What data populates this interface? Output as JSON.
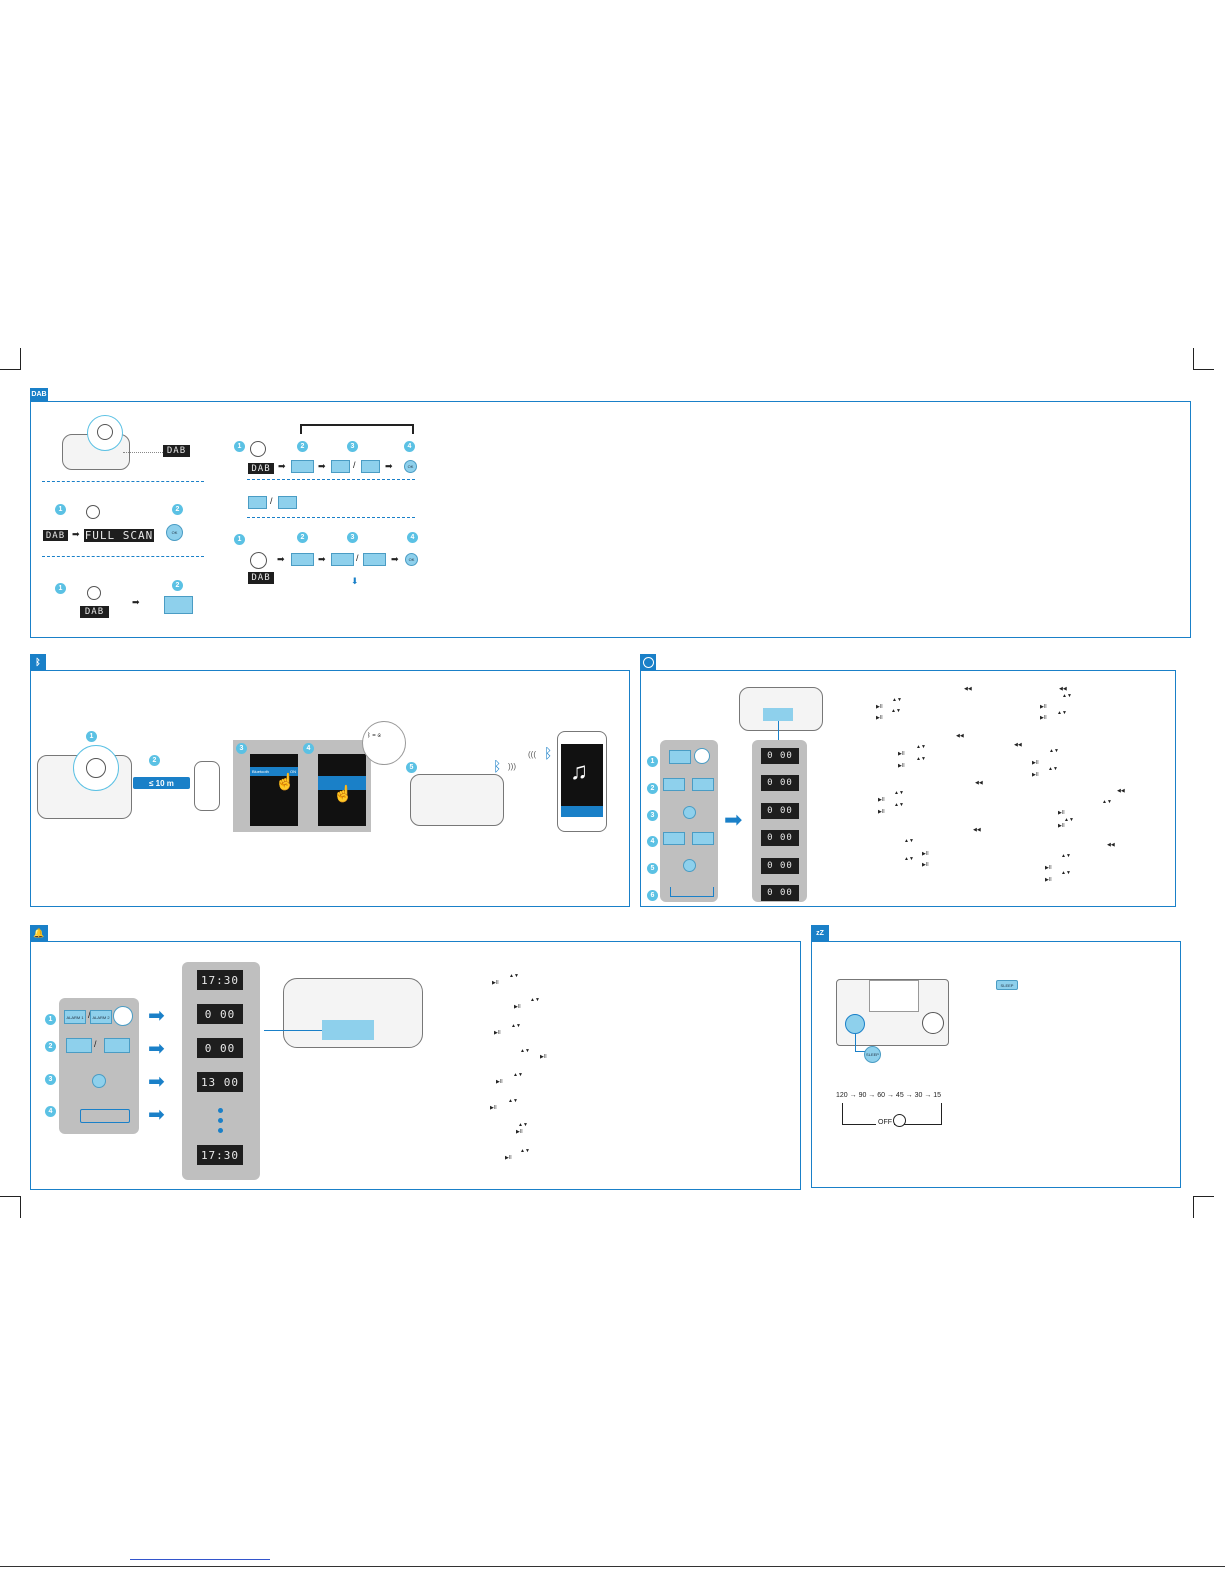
{
  "sections": {
    "dab": {
      "tab_label": "DAB"
    },
    "bluetooth": {
      "tab_icon": "bluetooth-icon"
    },
    "clock": {
      "tab_icon": "clock-icon"
    },
    "alarm": {
      "tab_icon": "bell-icon"
    },
    "sleep": {
      "tab_label": "zZ"
    }
  },
  "dab": {
    "display_dab": "DAB",
    "full_scan": "FULL SCAN",
    "ok_label": "OK",
    "steps": [
      "1",
      "2",
      "3",
      "4"
    ]
  },
  "bluetooth": {
    "steps": [
      "1",
      "2",
      "3",
      "4",
      "5"
    ],
    "range": "≤ 10 m",
    "bt_setting": "Bluetooth",
    "bt_on": "ON"
  },
  "clock": {
    "steps": [
      "1",
      "2",
      "3",
      "4",
      "5",
      "6"
    ],
    "displays": [
      "0 00",
      "0 00",
      "0 00",
      "0 00",
      "0 00",
      "0 00"
    ]
  },
  "alarm": {
    "steps": [
      "1",
      "2",
      "3",
      "4"
    ],
    "alarm1": "ALARM 1",
    "alarm2": "ALARM 2",
    "displays": [
      "17:30",
      "0 00",
      "0 00",
      "13 00",
      "17:30"
    ]
  },
  "sleep": {
    "sleep_button": "SLEEP",
    "sequence": "120 → 90 → 60 → 45 → 30 → 15",
    "off": "OFF"
  },
  "colors": {
    "accent": "#1a80c8",
    "light": "#8ed0ec",
    "step": "#5bc1e4"
  }
}
